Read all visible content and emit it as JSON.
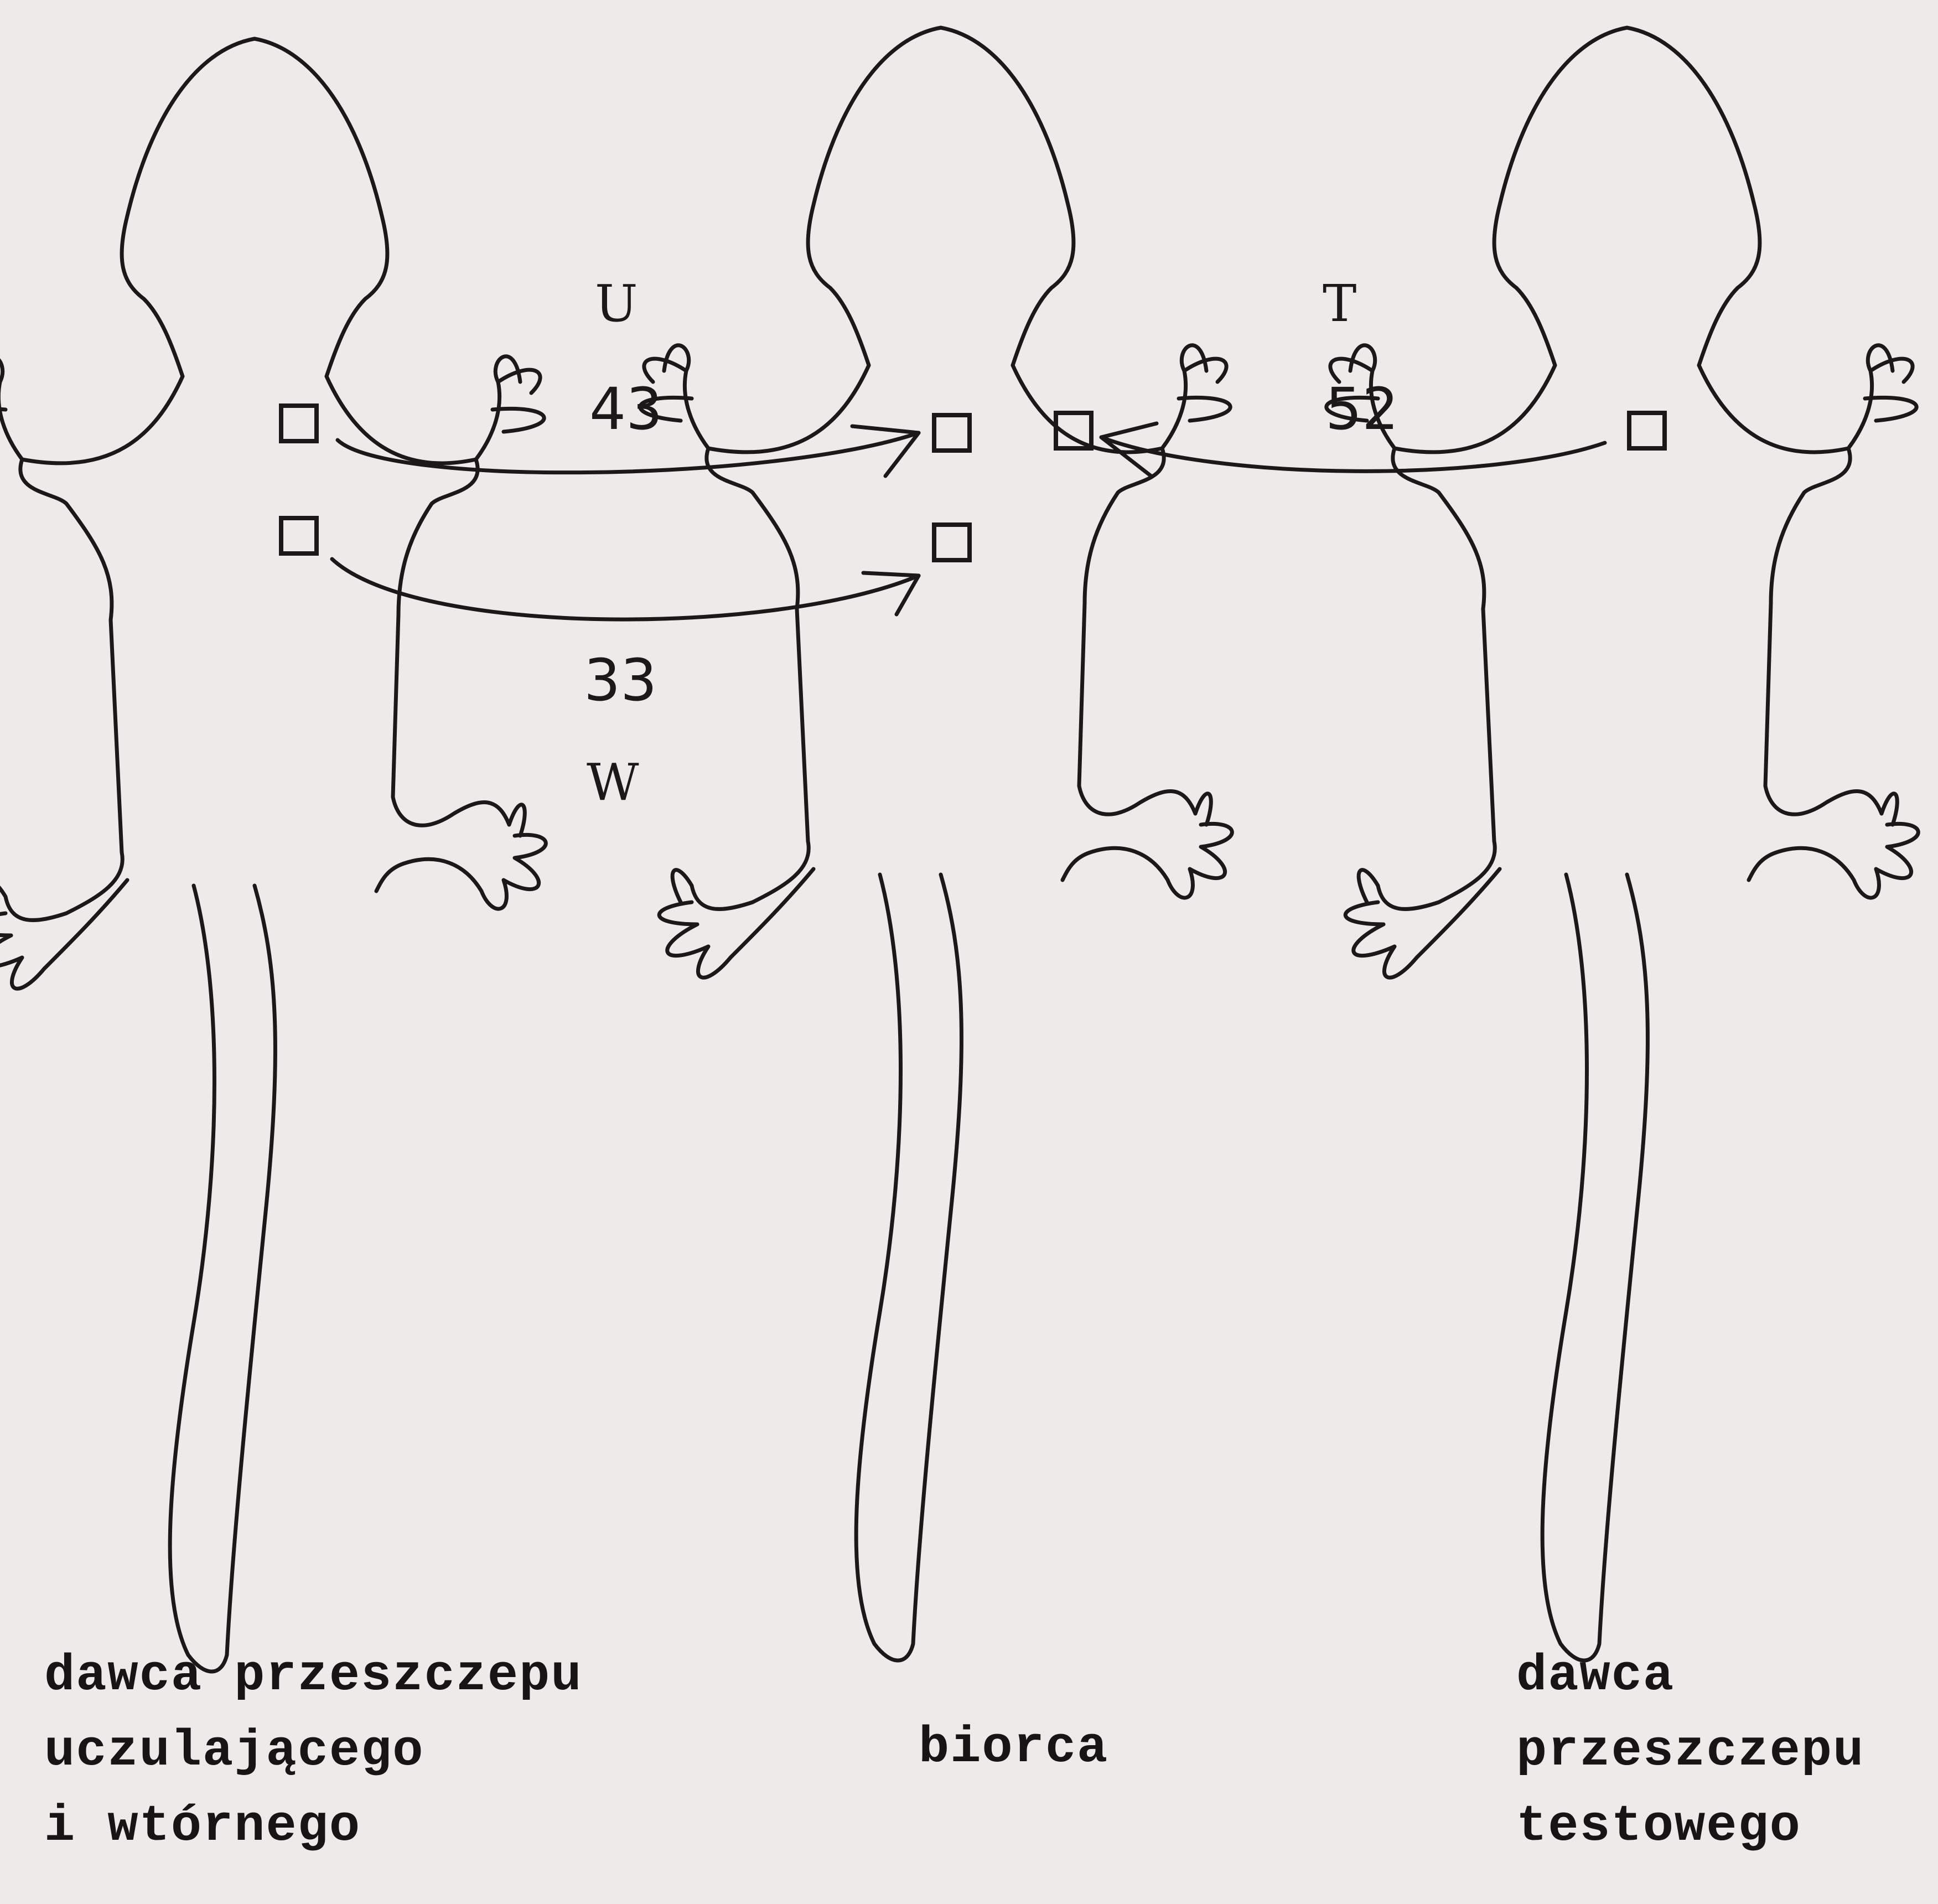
{
  "labels": {
    "u": "U",
    "t": "T",
    "w": "W",
    "n43": "43",
    "n52": "52",
    "n33": "33"
  },
  "captions": {
    "left": [
      "dawca przeszczepu",
      "uczulającego",
      "i wtórnego"
    ],
    "center": "biorca",
    "right": [
      "dawca",
      "przeszczepu",
      "testowego"
    ]
  }
}
